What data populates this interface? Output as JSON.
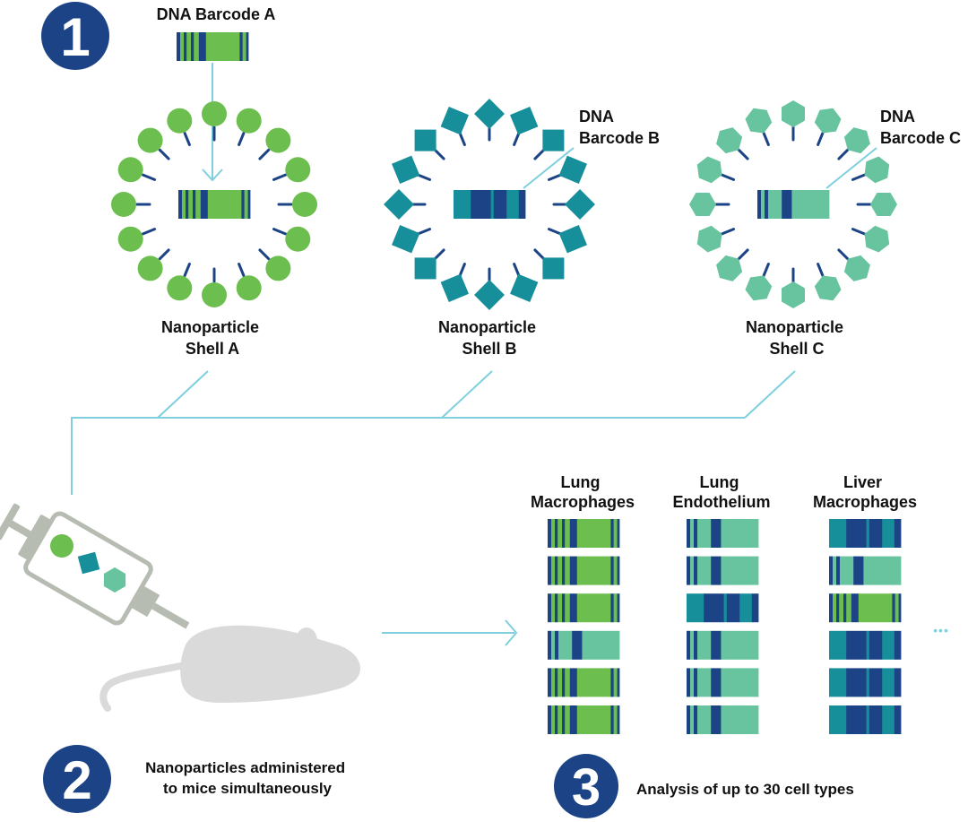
{
  "steps": [
    {
      "number": "1"
    },
    {
      "number": "2",
      "text_lines": [
        "Nanoparticles administered",
        "to mice simultaneously"
      ]
    },
    {
      "number": "3",
      "text": "Analysis of up to 30 cell types"
    }
  ],
  "barcodes": {
    "a": {
      "label": "DNA Barcode A"
    },
    "b": {
      "label_lines": [
        "DNA",
        "Barcode B"
      ]
    },
    "c": {
      "label_lines": [
        "DNA",
        "Barcode C"
      ]
    }
  },
  "shells": [
    {
      "id": "a",
      "label_lines": [
        "Nanoparticle",
        "Shell A"
      ],
      "ligand_shape": "circle"
    },
    {
      "id": "b",
      "label_lines": [
        "Nanoparticle",
        "Shell B"
      ],
      "ligand_shape": "square"
    },
    {
      "id": "c",
      "label_lines": [
        "Nanoparticle",
        "Shell C"
      ],
      "ligand_shape": "hexagon"
    }
  ],
  "cell_types": [
    {
      "label_lines": [
        "Lung",
        "Macrophages"
      ],
      "rows": [
        "A",
        "A",
        "A",
        "C",
        "A",
        "A"
      ]
    },
    {
      "label_lines": [
        "Lung",
        "Endothelium"
      ],
      "rows": [
        "C",
        "C",
        "B",
        "C",
        "C",
        "C"
      ]
    },
    {
      "label_lines": [
        "Liver",
        "Macrophages"
      ],
      "rows": [
        "B",
        "C",
        "A",
        "B",
        "B",
        "B"
      ]
    }
  ],
  "more_indicator": "•••",
  "colors": {
    "navy": "#1b4386",
    "green": "#6cbf4e",
    "teal": "#178f9a",
    "mint": "#67c49e",
    "connector": "#7fcfde",
    "syringe": "#b7bcb2",
    "mouse": "#dadada"
  }
}
